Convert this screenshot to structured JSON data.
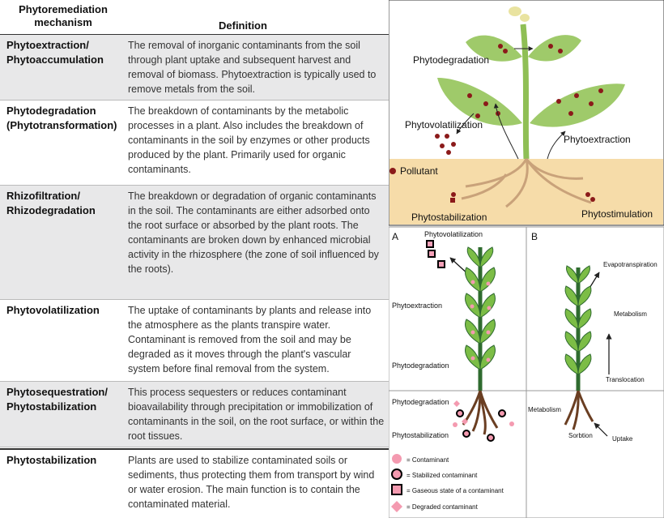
{
  "table": {
    "header": {
      "mechanism": "Phytoremediation mechanism",
      "definition": "Definition"
    },
    "rows": [
      {
        "mechanism": "Phytoextraction/ Phytoaccumulation",
        "definition": "The removal of inorganic contaminants from the soil through plant uptake and subsequent harvest and removal of biomass. Phytoextraction is typically used to remove metals from the soil."
      },
      {
        "mechanism": "Phytodegradation (Phytotransformation)",
        "definition": "The breakdown of contaminants by the metabolic processes in a plant. Also includes the breakdown of contaminants in the soil by enzymes or other products produced by the plant. Primarily used for organic contaminants."
      },
      {
        "mechanism": "Rhizofiltration/ Rhizodegradation",
        "definition": "The breakdown or degradation of organic contaminants in the soil. The contaminants are either adsorbed onto the root surface or absorbed by the plant roots. The contaminants are broken down by enhanced microbial activity in the rhizosphere (the zone of soil influenced by the roots)."
      },
      {
        "mechanism": "Phytovolatilization",
        "definition": "The uptake of contaminants by plants and release into the atmosphere as the plants transpire water. Contaminant is removed from the soil and may be degraded as it moves through the plant's vascular system before final removal from the system."
      },
      {
        "mechanism": "Phytosequestration/ Phytostabilization",
        "definition": "This process sequesters or reduces contaminant bioavailability through precipitation or immobilization of contaminants in the soil, on the root surface, or within the root tissues."
      },
      {
        "mechanism": "Phytostabilization",
        "definition": "Plants are used to stabilize contaminated soils or sediments, thus protecting them from transport by wind or water erosion. The main function is to contain the contaminated material."
      }
    ]
  },
  "top_figure": {
    "labels": {
      "phytodegradation": "Phytodegradation",
      "phytovolatilization": "Phytovolatilization",
      "phytoextraction": "Phytoextraction",
      "pollutant": "Pollutant",
      "phytostabilization": "Phytostabilization",
      "phytostimulation": "Phytostimulation"
    },
    "colors": {
      "leaf": "#9fca6a",
      "soil": "#f6dca9",
      "pollutant": "#8b1a1a",
      "root": "#c9a27a"
    }
  },
  "panel_a": {
    "letter": "A",
    "labels": {
      "phytovolatilization": "Phytovolatilization",
      "phytoextraction": "Phytoextraction",
      "phytodegradation_upper": "Phytodegradation",
      "phytodegradation_lower": "Phytodegradation",
      "phytostabilization": "Phytostabilization"
    }
  },
  "panel_b": {
    "letter": "B",
    "labels": {
      "evapotranspiration": "Evapotranspiration",
      "metabolism_upper": "Metabolism",
      "translocation": "Translocation",
      "metabolism_lower": "Metabolism",
      "sorbtion": "Sorbtion",
      "uptake": "Uptake"
    }
  },
  "legend": [
    {
      "shape": "circle",
      "label": "= Contaminant"
    },
    {
      "shape": "circle-outlined",
      "label": "= Stabilized contaminant"
    },
    {
      "shape": "square-outlined",
      "label": "= Gaseous state of a contaminant"
    },
    {
      "shape": "diamond",
      "label": "= Degraded contaminant"
    }
  ]
}
